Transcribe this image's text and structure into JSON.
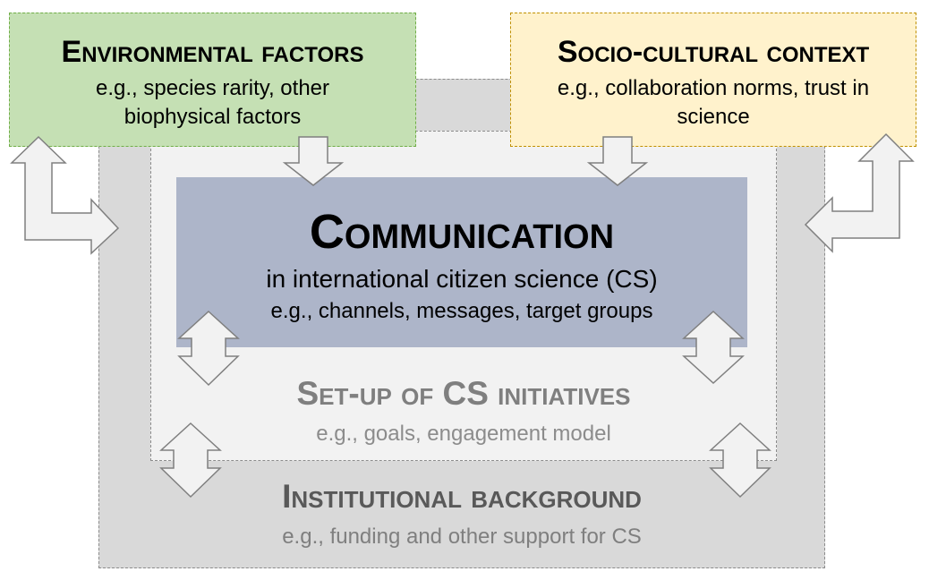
{
  "environmental": {
    "title": "Environmental factors",
    "line1": "e.g., species rarity, other",
    "line2": "biophysical factors"
  },
  "socio": {
    "title": "Socio-cultural context",
    "line1": "e.g., collaboration norms, trust in",
    "line2": "science"
  },
  "communication": {
    "title": "Communication",
    "subtitle": "in international citizen science (CS)",
    "example": "e.g., channels, messages, target groups"
  },
  "setup": {
    "title": "Set-up of CS initiatives",
    "example": "e.g., goals, engagement model"
  },
  "institutional": {
    "title": "Institutional background",
    "example": "e.g., funding and other support for CS"
  },
  "colors": {
    "environmental": "#c5e0b4",
    "socio": "#fff2cc",
    "communication": "#adb5c9",
    "setup": "#f2f2f2",
    "institutional": "#d9d9d9"
  }
}
